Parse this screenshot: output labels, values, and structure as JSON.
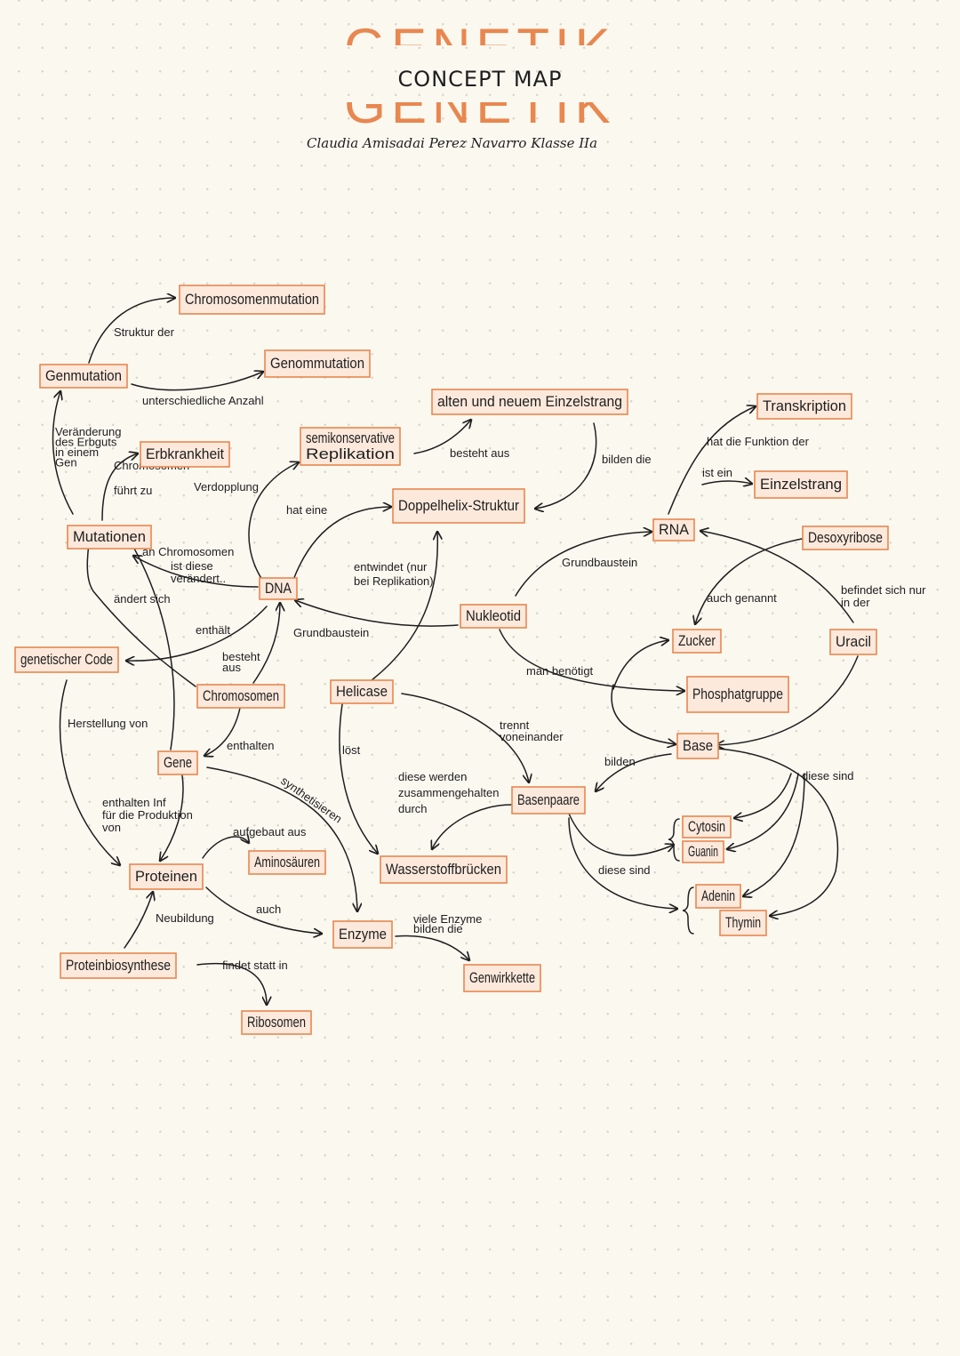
{
  "header": {
    "title": "GENETIK",
    "subtitle": "CONCEPT MAP",
    "author": "Claudia Amisadai Perez Navarro  Klasse IIa",
    "accent_color": "#e8874f"
  },
  "nodes": [
    {
      "id": "chromosomenmutation",
      "label": "Chromosomenmutation"
    },
    {
      "id": "genmutation",
      "label": "Genmutation"
    },
    {
      "id": "genommutation",
      "label": "Genommutation"
    },
    {
      "id": "alten-neuem",
      "label": "alten und neuem Einzelstrang"
    },
    {
      "id": "transkription",
      "label": "Transkription"
    },
    {
      "id": "semikonservative",
      "label": "semikonservative Replikation"
    },
    {
      "id": "erbkrankheit",
      "label": "Erbkrankheit"
    },
    {
      "id": "einzelstrang",
      "label": "Einzelstrang"
    },
    {
      "id": "doppelhelix",
      "label": "Doppelhelix-Struktur"
    },
    {
      "id": "mutationen",
      "label": "Mutationen"
    },
    {
      "id": "rna",
      "label": "RNA"
    },
    {
      "id": "desoxyribose",
      "label": "Desoxyribose"
    },
    {
      "id": "dna",
      "label": "DNA"
    },
    {
      "id": "nukleotid",
      "label": "Nukleotid"
    },
    {
      "id": "zucker",
      "label": "Zucker"
    },
    {
      "id": "uracil",
      "label": "Uracil"
    },
    {
      "id": "genetischer-code",
      "label": "genetischer Code"
    },
    {
      "id": "chromosomen",
      "label": "Chromosomen"
    },
    {
      "id": "helicase",
      "label": "Helicase"
    },
    {
      "id": "phosphatgruppe",
      "label": "Phosphatgruppe"
    },
    {
      "id": "base",
      "label": "Base"
    },
    {
      "id": "gene",
      "label": "Gene"
    },
    {
      "id": "basenpaare",
      "label": "Basenpaare"
    },
    {
      "id": "cytosin",
      "label": "Cytosin"
    },
    {
      "id": "guanin",
      "label": "Guanin"
    },
    {
      "id": "aminosaeuren",
      "label": "Aminosäuren"
    },
    {
      "id": "wasserstoffbruecken",
      "label": "Wasserstoffbrücken"
    },
    {
      "id": "proteinen",
      "label": "Proteinen"
    },
    {
      "id": "adenin",
      "label": "Adenin"
    },
    {
      "id": "thymin",
      "label": "Thymin"
    },
    {
      "id": "enzyme",
      "label": "Enzyme"
    },
    {
      "id": "proteinbiosynthese",
      "label": "Proteinbiosynthese"
    },
    {
      "id": "genwirkkette",
      "label": "Genwirkkette"
    },
    {
      "id": "ribosomen",
      "label": "Ribosomen"
    }
  ],
  "edge_labels": [
    {
      "id": "struktur-chromosomen",
      "lines": [
        "Struktur der",
        "Chromosomen",
        "ändert sich"
      ]
    },
    {
      "id": "unterschiedliche-anzahl",
      "lines": [
        "unterschiedliche Anzahl",
        "an Chromosomen"
      ]
    },
    {
      "id": "veraenderung-erbguts",
      "lines": [
        "Veränderung",
        "des Erbguts",
        "in einem",
        "Gen"
      ]
    },
    {
      "id": "fuehrt-zu",
      "lines": [
        "führt zu"
      ]
    },
    {
      "id": "verdopplung",
      "lines": [
        "Verdopplung"
      ]
    },
    {
      "id": "hat-eine",
      "lines": [
        "hat eine"
      ]
    },
    {
      "id": "besteht-aus-1",
      "lines": [
        "besteht aus"
      ]
    },
    {
      "id": "bilden-die",
      "lines": [
        "bilden die"
      ]
    },
    {
      "id": "hat-die-funktion",
      "lines": [
        "hat die Funktion der"
      ]
    },
    {
      "id": "ist-ein",
      "lines": [
        "ist ein"
      ]
    },
    {
      "id": "ist-diese-veraendert",
      "lines": [
        "ist diese",
        "verändert.."
      ]
    },
    {
      "id": "entwindet",
      "lines": [
        "entwindet (nur",
        "bei Replikation)"
      ]
    },
    {
      "id": "grundbaustein-1",
      "lines": [
        "Grundbaustein"
      ]
    },
    {
      "id": "grundbaustein-2",
      "lines": [
        "Grundbaustein"
      ]
    },
    {
      "id": "auch-genannt",
      "lines": [
        "auch genannt"
      ]
    },
    {
      "id": "befindet-sich",
      "lines": [
        "befindet sich nur",
        "in der"
      ]
    },
    {
      "id": "enthaelt",
      "lines": [
        "enthält"
      ]
    },
    {
      "id": "besteht-aus-2",
      "lines": [
        "besteht",
        "aus"
      ]
    },
    {
      "id": "man-benoetigt",
      "lines": [
        "man benötigt"
      ]
    },
    {
      "id": "herstellung-von",
      "lines": [
        "Herstellung von"
      ]
    },
    {
      "id": "enthalten",
      "lines": [
        "enthalten"
      ]
    },
    {
      "id": "loest",
      "lines": [
        "löst"
      ]
    },
    {
      "id": "trennt-voneinander",
      "lines": [
        "trennt",
        "voneinander"
      ]
    },
    {
      "id": "bilden",
      "lines": [
        "bilden"
      ]
    },
    {
      "id": "diese-sind-1",
      "lines": [
        "diese sind"
      ]
    },
    {
      "id": "diese-werden",
      "lines": [
        "diese werden",
        "zusammengehalten",
        "durch"
      ]
    },
    {
      "id": "synthetisieren",
      "lines": [
        "synthetisieren"
      ]
    },
    {
      "id": "enthalten-inf",
      "lines": [
        "enthalten Inf",
        "für die Produktion",
        "von"
      ]
    },
    {
      "id": "aufgebaut-aus",
      "lines": [
        "aufgebaut aus"
      ]
    },
    {
      "id": "diese-sind-2",
      "lines": [
        "diese sind"
      ]
    },
    {
      "id": "neubildung",
      "lines": [
        "Neubildung"
      ]
    },
    {
      "id": "auch",
      "lines": [
        "auch"
      ]
    },
    {
      "id": "viele-enzyme",
      "lines": [
        "viele Enzyme",
        "bilden die"
      ]
    },
    {
      "id": "findet-statt-in",
      "lines": [
        "findet statt in"
      ]
    }
  ]
}
